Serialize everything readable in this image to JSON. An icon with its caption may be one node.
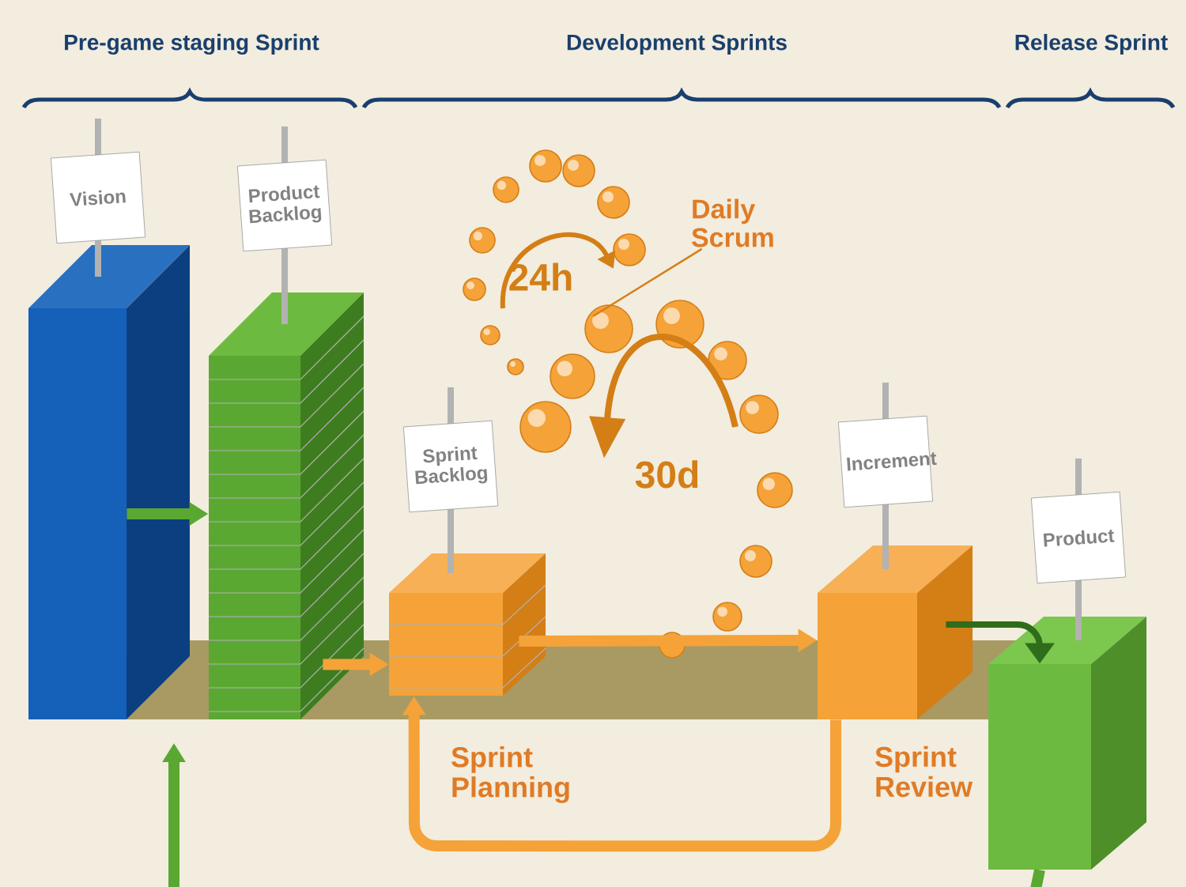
{
  "diagram": {
    "nodes": [
      {
        "text": [
          "Vision"
        ]
      },
      {
        "text": [
          "Product Backlog"
        ]
      },
      {
        "text": [
          "Sprint Backlog"
        ]
      },
      {
        "text": [
          "Increment"
        ]
      },
      {
        "text": [
          "Product"
        ]
      },
      {
        "text": [
          "Daily Scrum"
        ]
      }
    ],
    "edges": [
      {
        "from": 0,
        "to": 1,
        "arrow": "to",
        "color": "#5aa832"
      },
      {
        "from": 1,
        "to": 2,
        "arrow": "to",
        "color": "#f5a238"
      },
      {
        "from": 2,
        "to": 3,
        "arrow": "to",
        "color": "#f5a238"
      },
      {
        "from": 3,
        "to": 4,
        "arrow": "to",
        "color": "#2f6d1a"
      },
      {
        "from": 3,
        "to": 2,
        "arrow": "to",
        "color": "#f5a238"
      },
      {
        "from": 4,
        "to": null,
        "arrow": "to",
        "color": "#5aa832"
      },
      {
        "from": 5,
        "to": null,
        "arrow": "none",
        "color": "#d47e16"
      }
    ],
    "labels": [
      "Pre-game staging Sprint",
      "Development Sprints",
      "Release Sprint",
      "24h",
      "30d",
      "Sprint Planning",
      "Sprint Review"
    ]
  }
}
